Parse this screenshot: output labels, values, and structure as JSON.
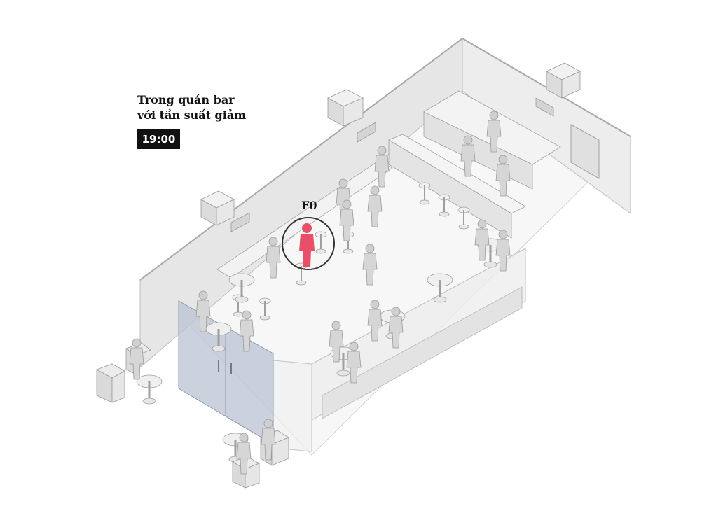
{
  "caption": {
    "line1": "Trong quán bar",
    "line2": "với tần suất giảm"
  },
  "time_badge": "19:00",
  "patient_label": "F0",
  "colors": {
    "highlight_person": "#e8506a",
    "badge_background": "#111111",
    "wall": "#e4e4e4",
    "floor": "#f7f7f7",
    "glass_door": "#b9c3d1"
  }
}
